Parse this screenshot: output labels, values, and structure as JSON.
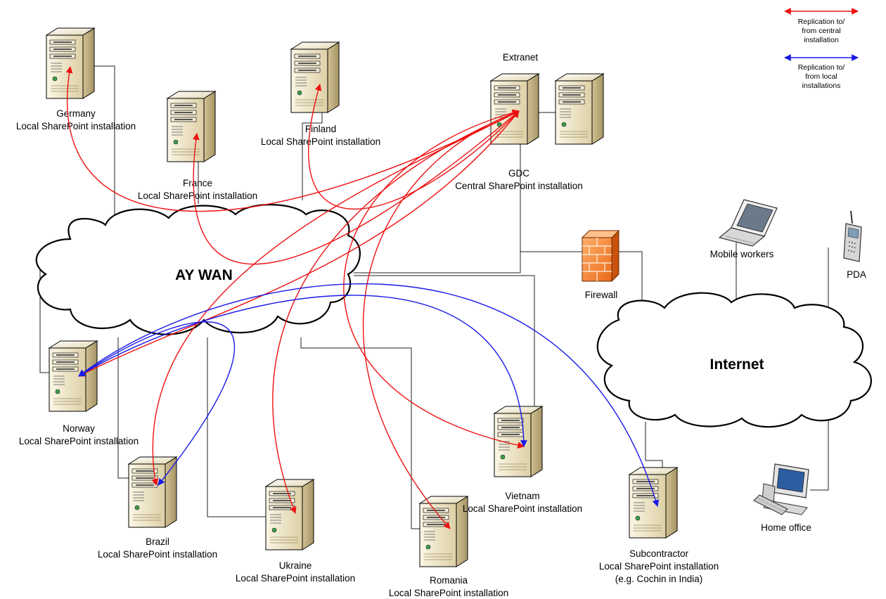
{
  "legend": {
    "central": "Replication to/\nfrom central\ninstallation",
    "local": "Replication to/\nfrom local\ninstallations",
    "colors": {
      "central": "#ee1111",
      "local": "#1a1ae6"
    }
  },
  "clouds": {
    "wan": "AY WAN",
    "internet": "Internet"
  },
  "servers": {
    "germany": {
      "title": "Germany",
      "subtitle": "Local SharePoint installation"
    },
    "france": {
      "title": "France",
      "subtitle": "Local SharePoint installation"
    },
    "finland": {
      "title": "Finland",
      "subtitle": "Local SharePoint installation"
    },
    "gdc": {
      "title": "GDC",
      "subtitle": "Central SharePoint installation",
      "group_label": "Extranet"
    },
    "norway": {
      "title": "Norway",
      "subtitle": "Local SharePoint installation"
    },
    "brazil": {
      "title": "Brazil",
      "subtitle": "Local SharePoint installation"
    },
    "ukraine": {
      "title": "Ukraine",
      "subtitle": "Local SharePoint installation"
    },
    "romania": {
      "title": "Romania",
      "subtitle": "Local SharePoint installation"
    },
    "vietnam": {
      "title": "Vietnam",
      "subtitle": "Local SharePoint installation"
    },
    "subcontractor": {
      "title": "Subcontractor",
      "subtitle": "Local SharePoint installation",
      "note": "(e.g. Cochin in India)"
    }
  },
  "devices": {
    "firewall": "Firewall",
    "mobile": "Mobile workers",
    "pda": "PDA",
    "home": "Home office"
  },
  "icons": {
    "server": "server-tower-icon",
    "firewall": "firewall-brick-icon",
    "laptop": "laptop-icon",
    "pda": "pda-phone-icon",
    "desktop": "desktop-computer-icon",
    "cloud": "network-cloud-icon"
  }
}
